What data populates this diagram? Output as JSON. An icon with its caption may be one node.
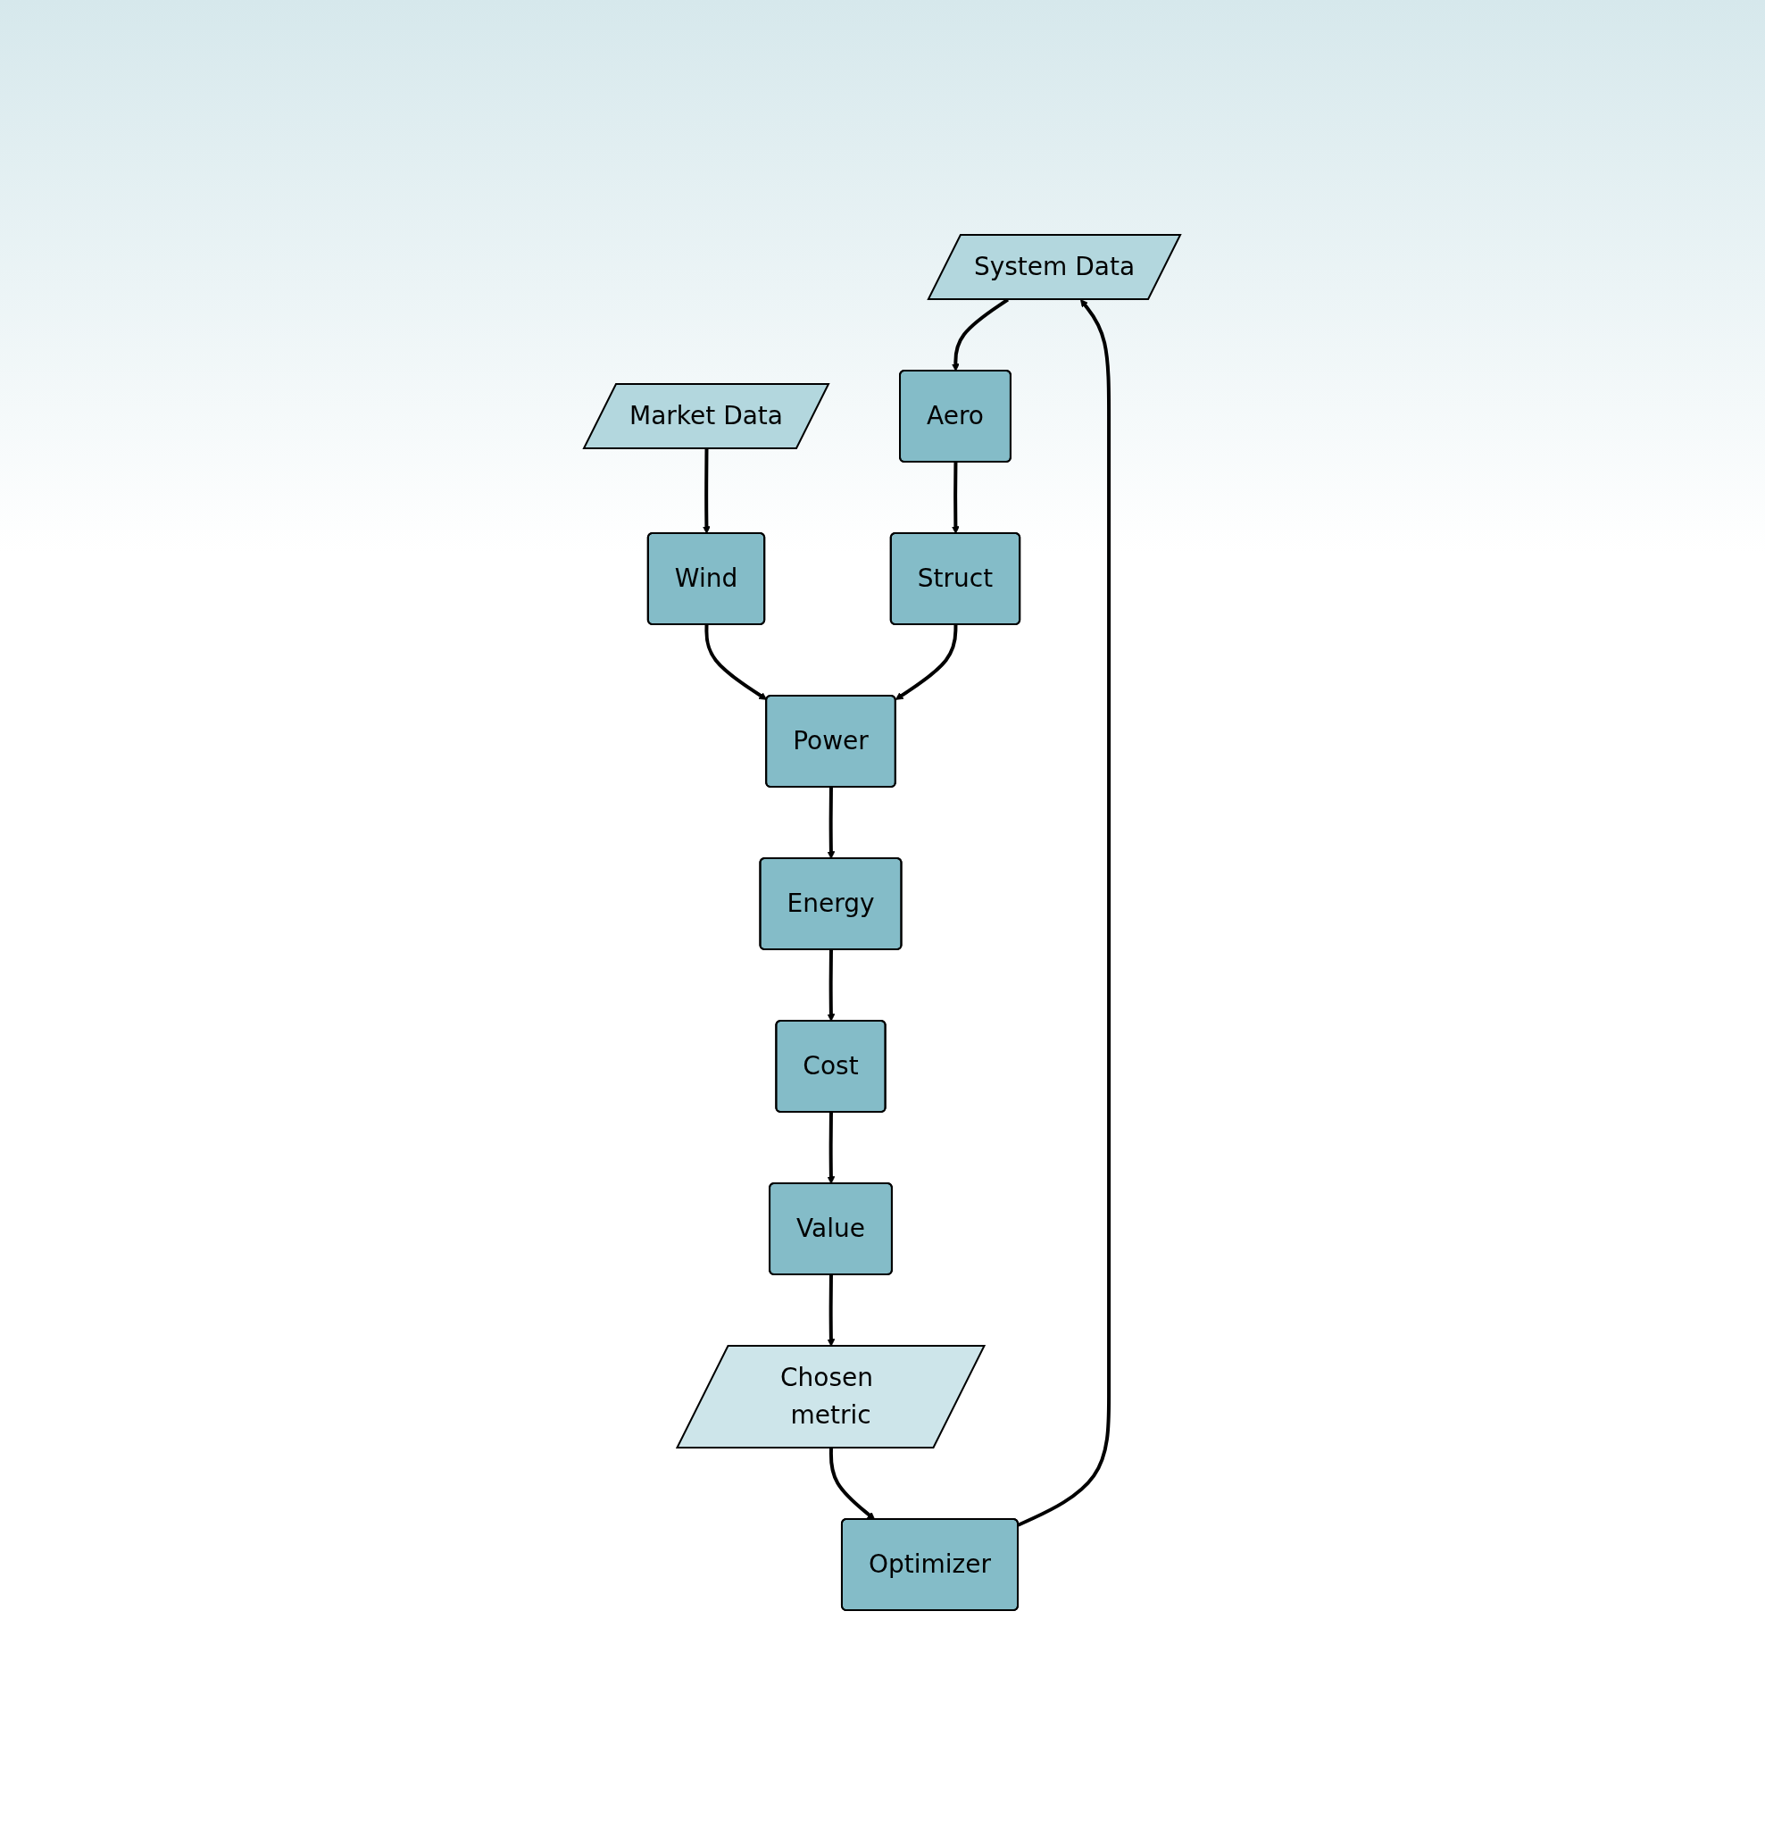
{
  "diagram": {
    "nodes": [
      {
        "text": [
          "System Data"
        ]
      },
      {
        "text": [
          "Market Data"
        ]
      },
      {
        "text": [
          "Aero"
        ]
      },
      {
        "text": [
          "Wind"
        ]
      },
      {
        "text": [
          "Struct"
        ]
      },
      {
        "text": [
          "Power"
        ]
      },
      {
        "text": [
          "Cost"
        ]
      },
      {
        "text": [
          "Energy"
        ]
      },
      {
        "text": [
          "Value"
        ]
      },
      {
        "text": [
          "Chosen metric"
        ]
      },
      {
        "text": [
          "Optimizer"
        ]
      }
    ],
    "edges": [
      {
        "from": 0,
        "to": 2,
        "arrow": "to"
      },
      {
        "from": 1,
        "to": 3,
        "arrow": "to"
      },
      {
        "from": 2,
        "to": 4,
        "arrow": "to"
      },
      {
        "from": 3,
        "to": 5,
        "arrow": "to"
      },
      {
        "from": 4,
        "to": 5,
        "arrow": "to"
      },
      {
        "from": 5,
        "to": 7,
        "arrow": "to"
      },
      {
        "from": 7,
        "to": 6,
        "arrow": "to"
      },
      {
        "from": 6,
        "to": 8,
        "arrow": "to"
      },
      {
        "from": 8,
        "to": 9,
        "arrow": "to"
      },
      {
        "from": 9,
        "to": 10,
        "arrow": "to"
      },
      {
        "from": 10,
        "to": 0,
        "arrow": "to"
      }
    ]
  }
}
